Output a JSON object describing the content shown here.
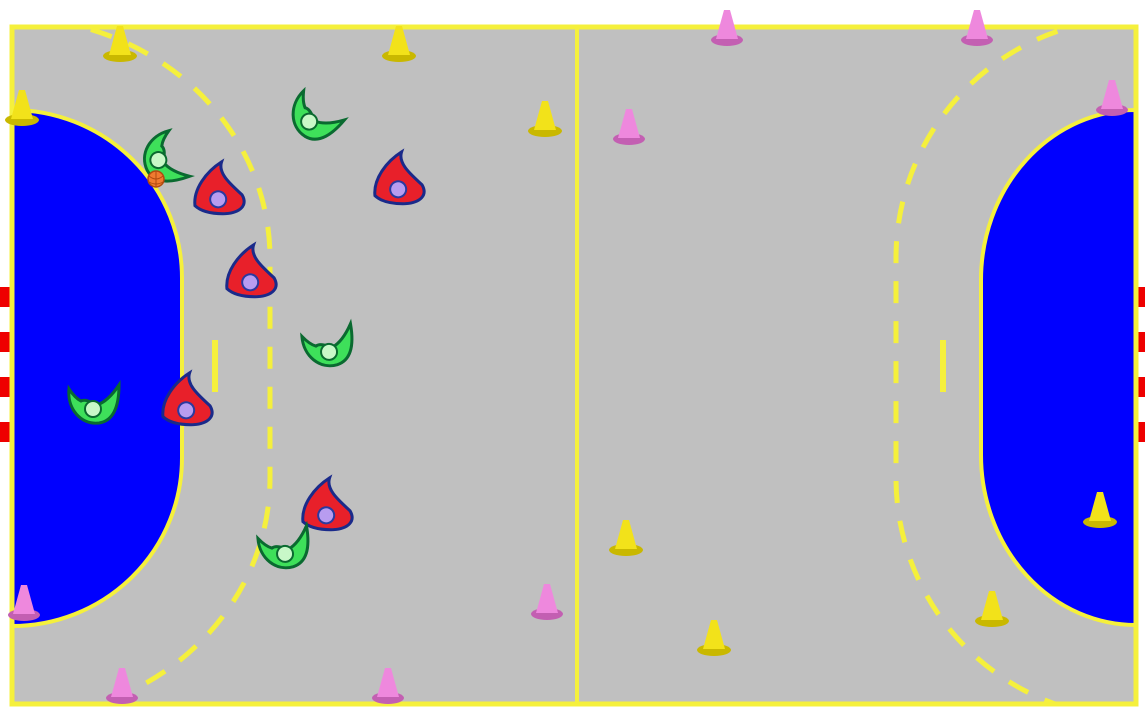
{
  "colors": {
    "court": "#c0c0c0",
    "lines": "#f5f03c",
    "goal_area": "#0000ff",
    "goal_stripe": "#ee0000",
    "cone_yellow": "#f2e21a",
    "cone_pink": "#ee88dd",
    "team_red": "#e8202a",
    "team_green": "#3ee05a",
    "ball": "#f07a30"
  },
  "cone_colors": [
    "yellow",
    "pink"
  ],
  "teams": [
    "red",
    "green"
  ],
  "has_ball": true
}
